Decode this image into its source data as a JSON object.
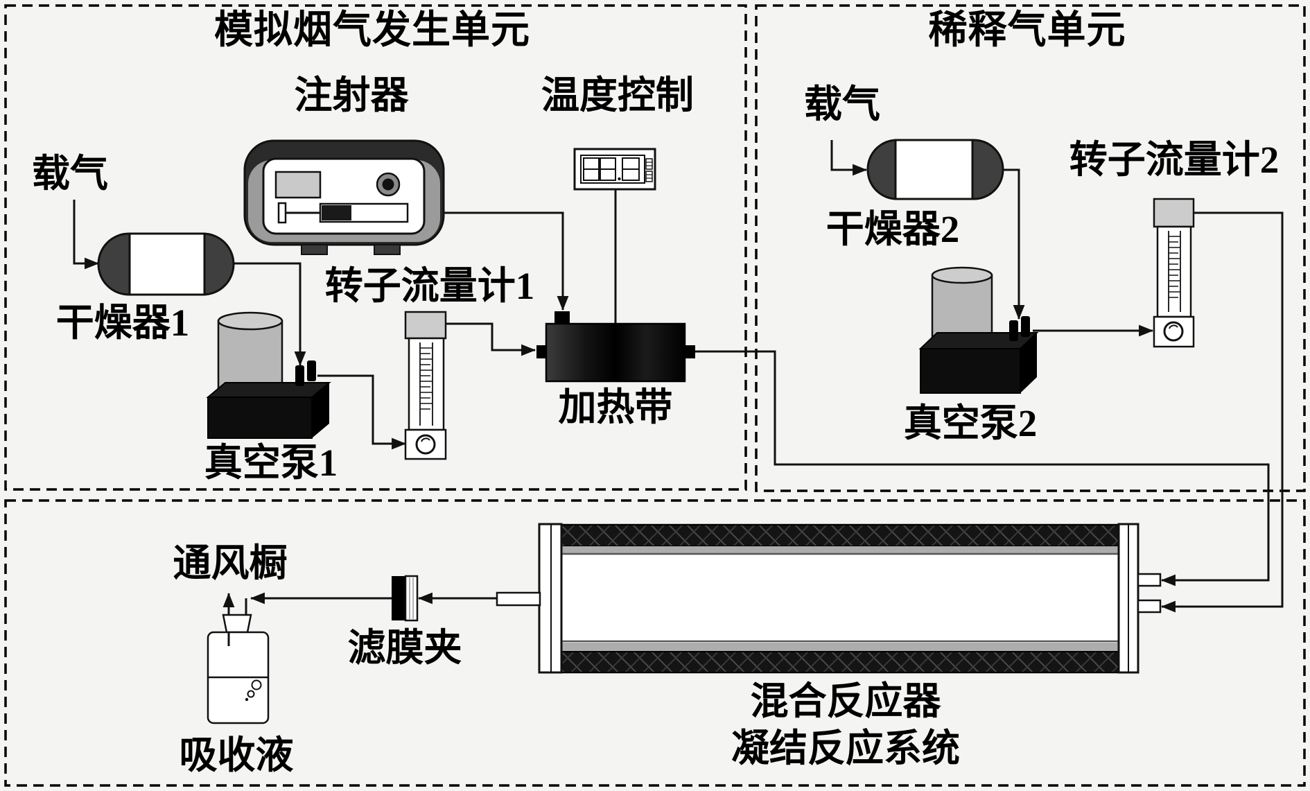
{
  "figure": {
    "type": "process-flow-diagram",
    "language": "zh-CN"
  },
  "units": {
    "flue": {
      "title": "模拟烟气发生单元",
      "carrier_gas": "载气",
      "dryer": "干燥器1",
      "injector": "注射器",
      "temp_control": "温度控制",
      "rotameter": "转子流量计1",
      "vacuum_pump": "真空泵1",
      "heating_band": "加热带"
    },
    "dilution": {
      "title": "稀释气单元",
      "carrier_gas": "载气",
      "dryer": "干燥器2",
      "rotameter": "转子流量计2",
      "vacuum_pump": "真空泵2"
    },
    "reaction": {
      "fume_hood": "通风橱",
      "filter_clamp": "滤膜夹",
      "absorption_liquid": "吸收液",
      "mixing_reactor": "混合反应器",
      "system_label": "凝结反应系统"
    }
  },
  "colors": {
    "background": "#f4f4f2",
    "line": "#111111",
    "dark_fill": "#0d0d0d",
    "capsule_cap": "#3f3f3f",
    "cylinder_gray": "#b7b7b7",
    "cap_gray": "#cccccc",
    "strip_gray": "#adadad"
  }
}
